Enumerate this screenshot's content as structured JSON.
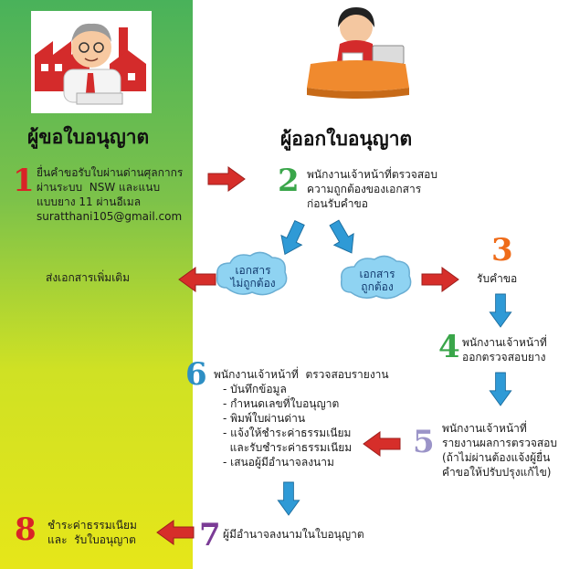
{
  "colors": {
    "panel_top": "#49b25a",
    "panel_bottom": "#e6e619",
    "red_arrow": "#d62e2a",
    "blue_arrow": "#2f9ad6",
    "cloud_fill": "#8fd3f2",
    "num_red": "#d92427",
    "num_green": "#3aa64a",
    "num_orange": "#ef6c1a",
    "num_teal": "#2e8fc4",
    "num_lilac": "#9b94c8",
    "num_purple": "#7b3c96"
  },
  "icons": [
    "applicant-illustration",
    "officer-illustration",
    "cloud-shape",
    "arrow-icon"
  ],
  "left_title": "ผู้ขอใบอนุญาต",
  "right_title": "ผู้ออกใบอนุญาต",
  "step1": {
    "num": "1",
    "lines": [
      "ยื่นคำขอรับใบผ่านด่านศุลกากร",
      "ผ่านระบบ  NSW และแนบ",
      "แบบยาง 11 ผ่านอีเมล",
      "suratthani105@gmail.com"
    ]
  },
  "step2": {
    "num": "2",
    "lines": [
      "พนักงานเจ้าหน้าที่ตรวจสอบ",
      "ความถูกต้องของเอกสาร",
      "ก่อนรับคำขอ"
    ]
  },
  "cloud_incorrect": "เอกสาร\nไม่ถูกต้อง",
  "cloud_correct": "เอกสาร\nถูกต้อง",
  "send_more": "ส่งเอกสารเพิ่มเติม",
  "step3": {
    "num": "3",
    "text": "รับคำขอ"
  },
  "step4": {
    "num": "4",
    "lines": [
      "พนักงานเจ้าหน้าที่",
      "ออกตรวจสอบยาง"
    ]
  },
  "step5": {
    "num": "5",
    "lines": [
      "พนักงานเจ้าหน้าที่",
      "รายงานผลการตรวจสอบ",
      "(ถ้าไม่ผ่านต้องแจ้งผู้ยื่น",
      "คำขอให้ปรับปรุงแก้ไข)"
    ]
  },
  "step6": {
    "num": "6",
    "lines": [
      "พนักงานเจ้าหน้าที่  ตรวจสอบรายงาน",
      "- บันทึกข้อมูล",
      "- กำหนดเลขที่ใบอนุญาต",
      "- พิมพ์ใบผ่านด่าน",
      "- แจ้งให้ชำระค่าธรรมเนียม",
      "  และรับชำระค่าธรรมเนียม",
      "- เสนอผู้มีอำนาจลงนาม"
    ]
  },
  "step7": {
    "num": "7",
    "text": "ผู้มีอำนาจลงนามในใบอนุญาต"
  },
  "step8": {
    "num": "8",
    "lines": [
      "ชำระค่าธรรมเนียม",
      "และ  รับใบอนุญาต"
    ]
  }
}
